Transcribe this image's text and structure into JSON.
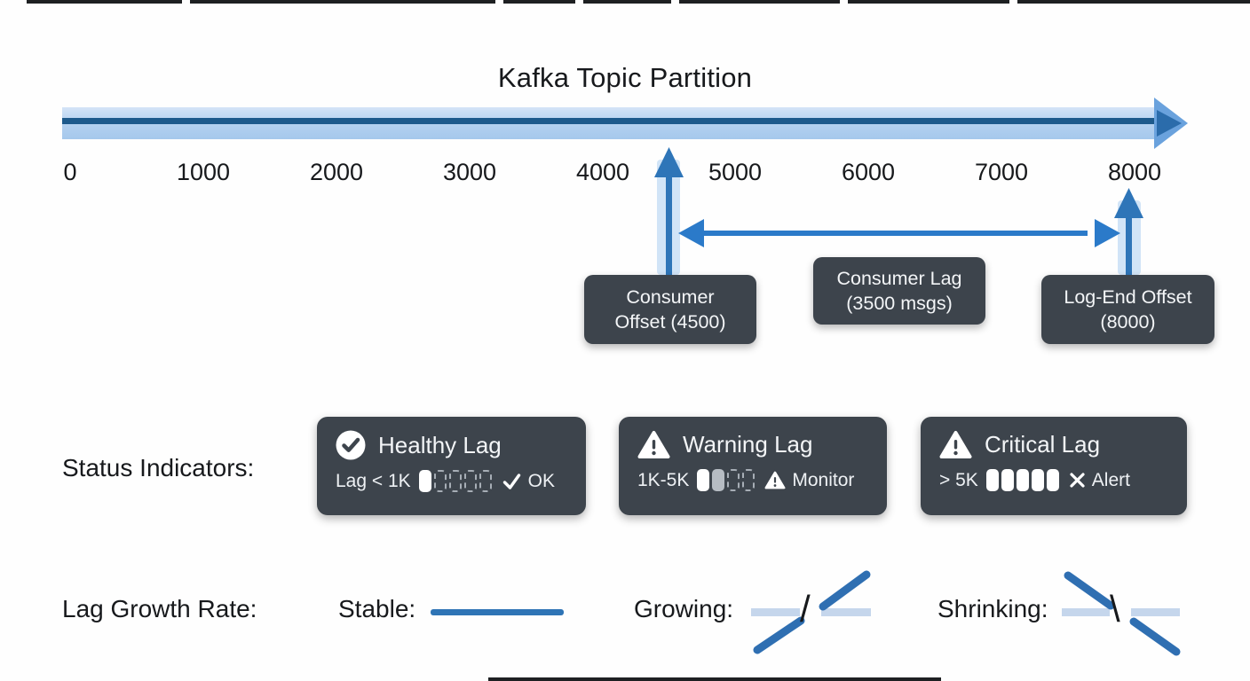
{
  "top_title": "Kafka Topic Partition",
  "axis_ticks": [
    "0",
    "1000",
    "2000",
    "3000",
    "4000",
    "5000",
    "6000",
    "7000",
    "8000"
  ],
  "callouts": {
    "consumer_offset": {
      "line1": "Consumer",
      "line2": "Offset (4500)"
    },
    "consumer_lag": {
      "line1": "Consumer Lag",
      "line2": "(3500 msgs)"
    },
    "log_end_offset": {
      "line1": "Log-End Offset",
      "line2": "(8000)"
    }
  },
  "status": {
    "label": "Status Indicators:",
    "cards": [
      {
        "icon": "check-circle-icon",
        "title": "Healthy Lag",
        "range": "Lag < 1K",
        "bars": [
          "solid",
          "dashed",
          "dashed",
          "dashed",
          "dashed"
        ],
        "result_icon": "check-icon",
        "result": "OK"
      },
      {
        "icon": "warning-triangle-icon",
        "title": "Warning Lag",
        "range": "1K-5K",
        "bars": [
          "solid",
          "muted",
          "dashed",
          "dashed"
        ],
        "result_icon": "warning-triangle-icon",
        "result": "Monitor"
      },
      {
        "icon": "warning-triangle-icon",
        "title": "Critical Lag",
        "range": "> 5K",
        "bars": [
          "solid",
          "solid",
          "solid",
          "solid",
          "solid"
        ],
        "result_icon": "cross-icon",
        "result": "Alert"
      }
    ]
  },
  "growth": {
    "label": "Lag Growth Rate:",
    "stable_label": "Stable:",
    "growing_label": "Growing:",
    "growing_slash": "/",
    "shrinking_label": "Shrinking:",
    "shrinking_slash": "\\"
  },
  "colors": {
    "ink": "#17191c",
    "card_bg": "#3d444c",
    "timeline_core": "#1d5a8c",
    "arrow_blue": "#2e75b8",
    "lag_arrow": "#2b7ac9",
    "stable_line": "#2e74b5",
    "diag_line": "#2f6fb2"
  }
}
